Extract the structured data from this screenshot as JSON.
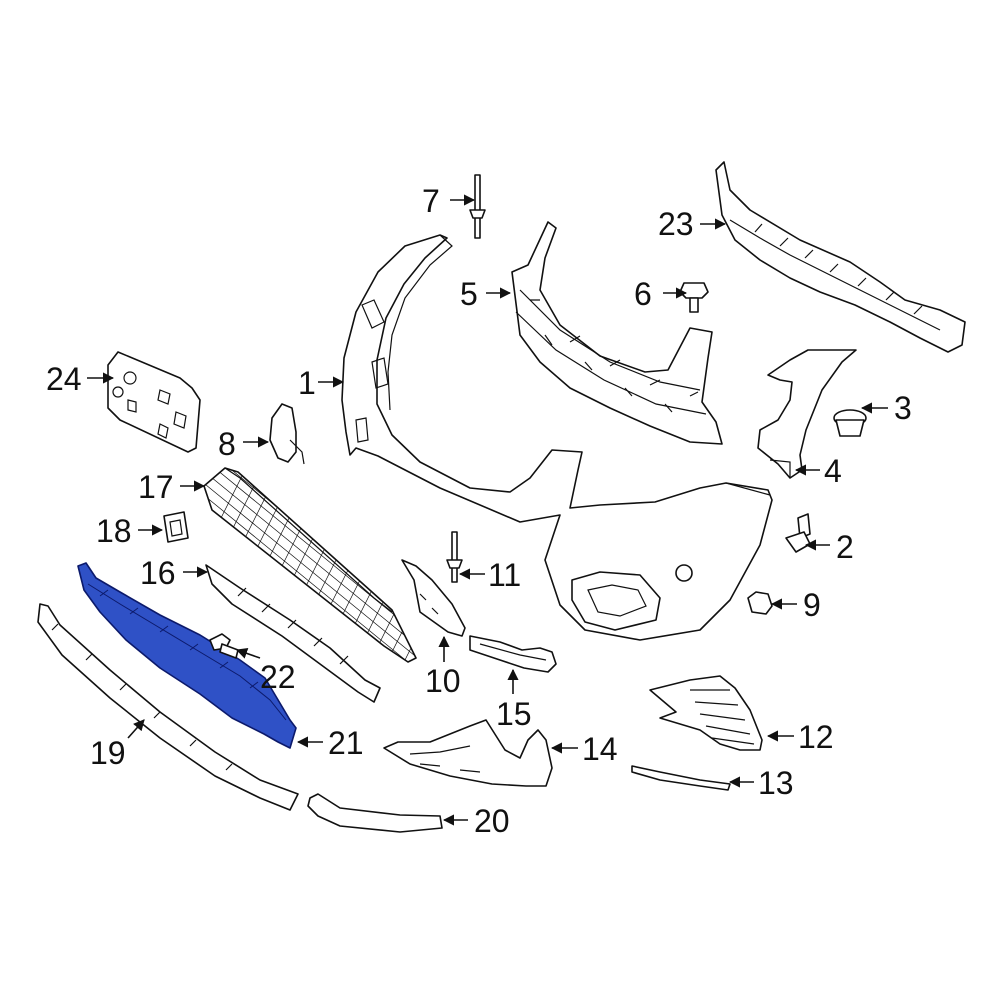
{
  "diagram": {
    "highlight_color": "#2f51c6",
    "callouts": [
      {
        "id": "c1",
        "label": "1"
      },
      {
        "id": "c2",
        "label": "2"
      },
      {
        "id": "c3",
        "label": "3"
      },
      {
        "id": "c4",
        "label": "4"
      },
      {
        "id": "c5",
        "label": "5"
      },
      {
        "id": "c6",
        "label": "6"
      },
      {
        "id": "c7",
        "label": "7"
      },
      {
        "id": "c8",
        "label": "8"
      },
      {
        "id": "c9",
        "label": "9"
      },
      {
        "id": "c10",
        "label": "10"
      },
      {
        "id": "c11",
        "label": "11"
      },
      {
        "id": "c12",
        "label": "12"
      },
      {
        "id": "c13",
        "label": "13"
      },
      {
        "id": "c14",
        "label": "14"
      },
      {
        "id": "c15",
        "label": "15"
      },
      {
        "id": "c16",
        "label": "16"
      },
      {
        "id": "c17",
        "label": "17"
      },
      {
        "id": "c18",
        "label": "18"
      },
      {
        "id": "c19",
        "label": "19"
      },
      {
        "id": "c20",
        "label": "20"
      },
      {
        "id": "c21",
        "label": "21"
      },
      {
        "id": "c22",
        "label": "22"
      },
      {
        "id": "c23",
        "label": "23"
      },
      {
        "id": "c24",
        "label": "24"
      }
    ]
  }
}
